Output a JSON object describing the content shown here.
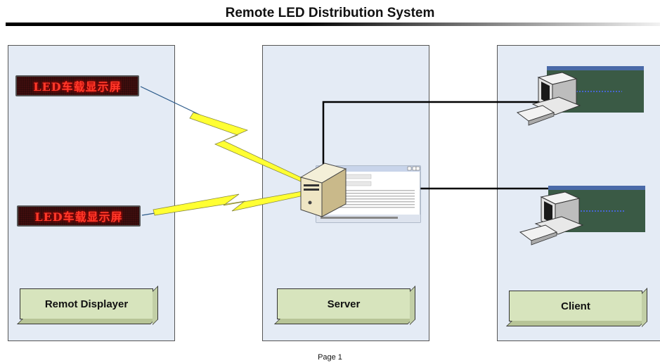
{
  "title": "Remote LED Distribution System",
  "led_text": "LED车载显示屏",
  "labels": {
    "remote": "Remot Displayer",
    "server": "Server",
    "client": "Client"
  },
  "footer": "Page 1",
  "colors": {
    "panel": "#e4ebf5",
    "label_box": "#d7e4bd",
    "lightning": "#ffff33",
    "led_text": "#ff3a2a"
  }
}
